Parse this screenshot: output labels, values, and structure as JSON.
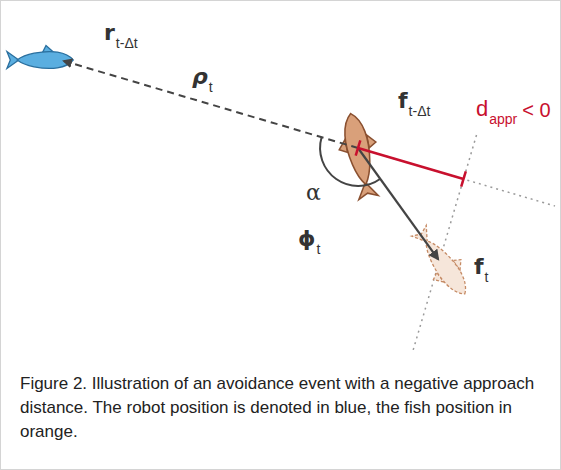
{
  "diagram": {
    "caption": "Figure 2. Illustration of an avoidance event with a negative approach distance. The robot position is denoted in blue, the fish position in orange.",
    "labels": [
      "r",
      "t-Δt",
      "ρ",
      "t",
      "f",
      "t-Δt",
      "d",
      "appr",
      "< 0",
      "α",
      "ϕ",
      "t",
      "f",
      "t"
    ]
  }
}
